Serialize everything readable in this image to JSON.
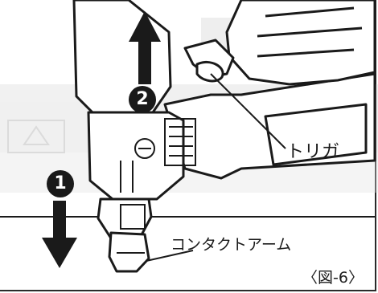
{
  "labels": {
    "trigger": "トリガ",
    "contact_arm": "コンタクトアーム",
    "figure_caption": "〈図-6〉"
  },
  "steps": {
    "first": "1",
    "second": "2"
  },
  "arrows": {
    "step1_direction": "down",
    "step2_direction": "up"
  },
  "colors": {
    "line": "#1a1a1a",
    "background": "#ffffff",
    "faded_background": "#d9d9d9"
  }
}
